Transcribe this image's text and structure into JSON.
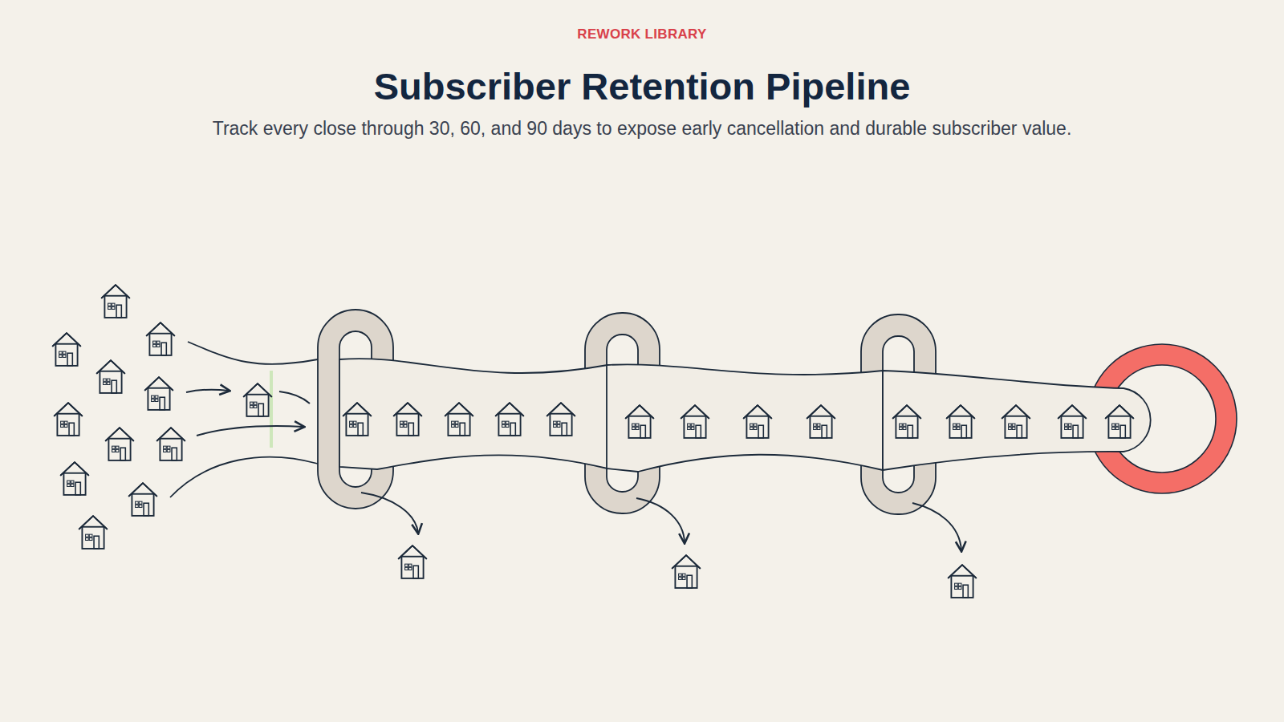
{
  "diagram": {
    "title": "Subscriber Retention Pipeline",
    "caption": "Track every close through 30, 60, and 90 days to expose early cancellation and durable subscriber value.",
    "labels": [
      "REWORK LIBRARY"
    ]
  }
}
